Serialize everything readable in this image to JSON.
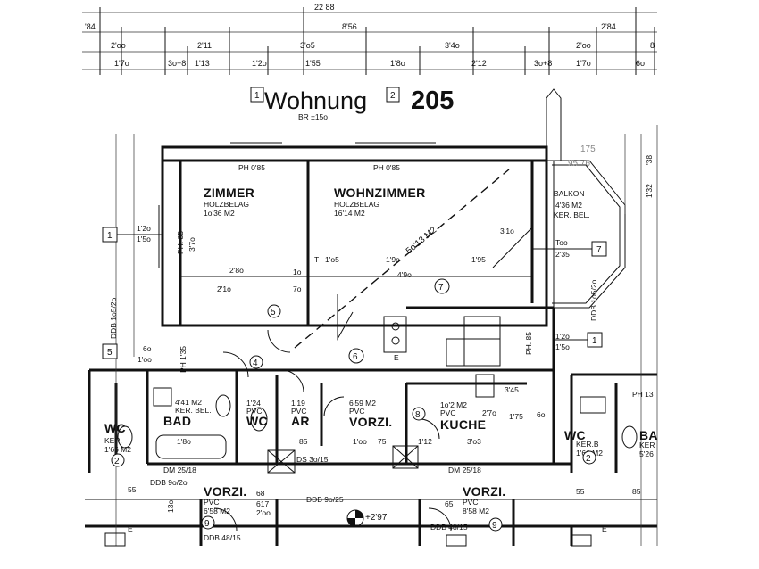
{
  "title": {
    "word": "Wohnung",
    "box1": "1",
    "box2": "2",
    "number": "205",
    "sub": "BR ±15o"
  },
  "top_dims": {
    "row1": [
      "22 88"
    ],
    "row2": [
      "'84",
      "8'56",
      "2'84"
    ],
    "row3": [
      "2'oo",
      "2'11",
      "3'o5",
      "3'4o",
      "2'oo",
      "8"
    ],
    "row4": [
      "1'7o",
      "3o+8",
      "1'13",
      "1'2o",
      "1'55",
      "1'8o",
      "2'12",
      "3o+8",
      "1'7o",
      "6o"
    ]
  },
  "rooms": {
    "zimmer": {
      "name": "ZIMMER",
      "floor": "HOLZBELAG",
      "area": "1o'36  M2"
    },
    "wohnzimmer": {
      "name": "WOHNZIMMER",
      "floor": "HOLZBELAG",
      "area": "16'14   M2"
    },
    "balkon": {
      "name": "BALKON",
      "area": "4'36 M2",
      "floor": "KER. BEL."
    },
    "bad": {
      "name": "BAD",
      "area": "4'41 M2",
      "floor": "KER.  BEL."
    },
    "wc": {
      "name": "WC",
      "area": "1'24",
      "floor": "PVC"
    },
    "ar": {
      "name": "AR",
      "area": "1'19",
      "floor": "PVC"
    },
    "vorzi": {
      "name": "VORZI.",
      "area": "6'59 M2",
      "floor": "PVC"
    },
    "kueche": {
      "name": "KUCHE",
      "area": "1o'2 M2",
      "floor": "PVC"
    },
    "wc_left": {
      "name": "WC",
      "floor": "KER.",
      "area": "1'66 M2"
    },
    "wc_right": {
      "name": "WC",
      "floor": "KER.B",
      "area": "1'66 M2"
    },
    "bad_right": {
      "name": "BA",
      "floor": "KER",
      "area": "5'26"
    },
    "vorzi_bl": {
      "name": "VORZI.",
      "floor": "PVC",
      "area": "6'58    M2"
    },
    "vorzi_br": {
      "name": "VORZI.",
      "floor": "PVC",
      "area": "8'58  M2"
    }
  },
  "labels": {
    "ph1": "PH 0'85",
    "ph2": "PH 0'85",
    "diag": "5o'13  M2",
    "d_28o": "2'8o",
    "d_21o": "2'1o",
    "d_7o": "7o",
    "d_1o": "1o",
    "d_1o5": "1'o5",
    "d_19o": "1'9o",
    "d_195": "1'95",
    "d_49o": "4'9o",
    "d_31o": "3'1o",
    "d_3o3": "3'o3",
    "d_2_7o": "2'7o",
    "d_1_75": "1'75",
    "d_345": "3'45",
    "d_6o": "6o",
    "d_112": "1'12",
    "d_75": "75",
    "d_1oo": "1'oo",
    "d_85": "85",
    "d_18o": "1'8o",
    "dm1": "DM  25/18",
    "dm2": "DM   25/18",
    "ds": "DS  3o/15",
    "ddb1": "DDB  9o/2o",
    "ddb2": "DDB  9o/25",
    "ddb3": "DDB 48/15",
    "ddb4": "DDB 48/15",
    "ddb_v1": "DDB 1o5/2o",
    "ddb_v2": "DDB 1o5/2o",
    "level": "+2'97",
    "t": "T",
    "too": "Too",
    "t235": "2'35",
    "t132": "1'32",
    "t38": "'38",
    "ph135": "PH 1'35",
    "ph85": "PH. 85",
    "ph13": "PH 13",
    "lab_6o": "6o",
    "lab_1oo": "1'oo",
    "lab_12o": "1'2o",
    "lab_15o": "1'5o",
    "lab_12o_r": "1'2o",
    "lab_15o_r": "1'5o",
    "e1": "E",
    "e2": "E",
    "e3": "E",
    "ph85v": "PH. 85",
    "v_37o": "3'7o",
    "pencil1": "175",
    "pencil2": "95  76",
    "s_55": "55",
    "s_85": "85",
    "s_55b": "55",
    "s_65": "65",
    "s_13o": "13o",
    "s_68": "68",
    "s_617": "617",
    "s_2oo": "2'oo"
  },
  "circles": [
    "4",
    "5",
    "6",
    "7",
    "8",
    "9",
    "9",
    "2",
    "2"
  ],
  "markers": [
    "1",
    "5",
    "7",
    "1"
  ]
}
